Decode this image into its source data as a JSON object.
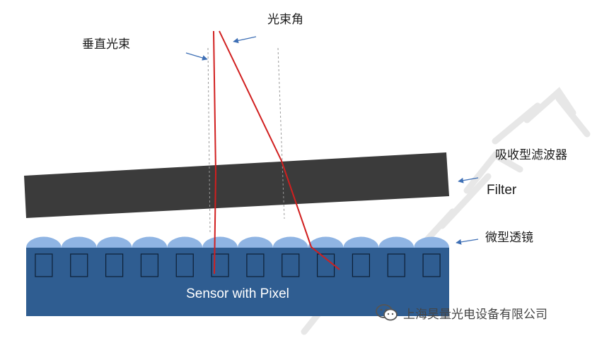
{
  "labels": {
    "vertical_beam": "垂直光束",
    "beam_angle": "光束角",
    "filter_cn": "吸收型滤波器",
    "filter_en": "Filter",
    "microlens": "微型透镜",
    "sensor": "Sensor with Pixel"
  },
  "footer": {
    "icon": "wechat-icon",
    "text": "上海昊量光电设备有限公司"
  },
  "colors": {
    "filter": "#3b3b3b",
    "sensor": "#2f5d91",
    "lens": "#8fb4e3",
    "ray": "#d11f1f",
    "arrow": "#3e6fb5",
    "pixel_border": "#0d1f35"
  }
}
